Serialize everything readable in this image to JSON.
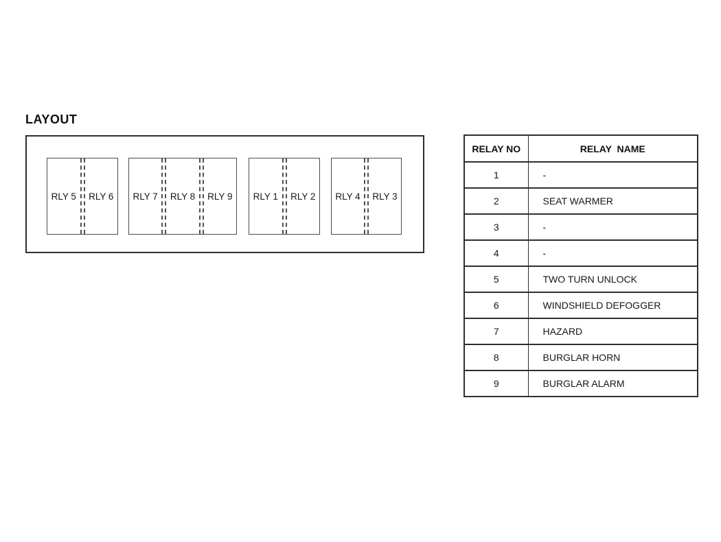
{
  "layout": {
    "title": "LAYOUT",
    "blocks": [
      {
        "cells": [
          "RLY 5",
          "RLY 6"
        ]
      },
      {
        "cells": [
          "RLY 7",
          "RLY 8",
          "RLY 9"
        ]
      },
      {
        "cells": [
          "RLY 1",
          "RLY 2"
        ]
      },
      {
        "cells": [
          "RLY 4",
          "RLY 3"
        ]
      }
    ]
  },
  "table": {
    "headers": {
      "no": "RELAY NO",
      "name": "RELAY  NAME"
    },
    "rows": [
      {
        "no": "1",
        "name": "-"
      },
      {
        "no": "2",
        "name": "SEAT WARMER"
      },
      {
        "no": "3",
        "name": "-"
      },
      {
        "no": "4",
        "name": "-"
      },
      {
        "no": "5",
        "name": "TWO TURN UNLOCK"
      },
      {
        "no": "6",
        "name": "WINDSHIELD DEFOGGER"
      },
      {
        "no": "7",
        "name": "HAZARD"
      },
      {
        "no": "8",
        "name": "BURGLAR HORN"
      },
      {
        "no": "9",
        "name": "BURGLAR ALARM"
      }
    ]
  },
  "colors": {
    "line": "#2e2e2e",
    "text": "#161616",
    "background": "#ffffff"
  }
}
